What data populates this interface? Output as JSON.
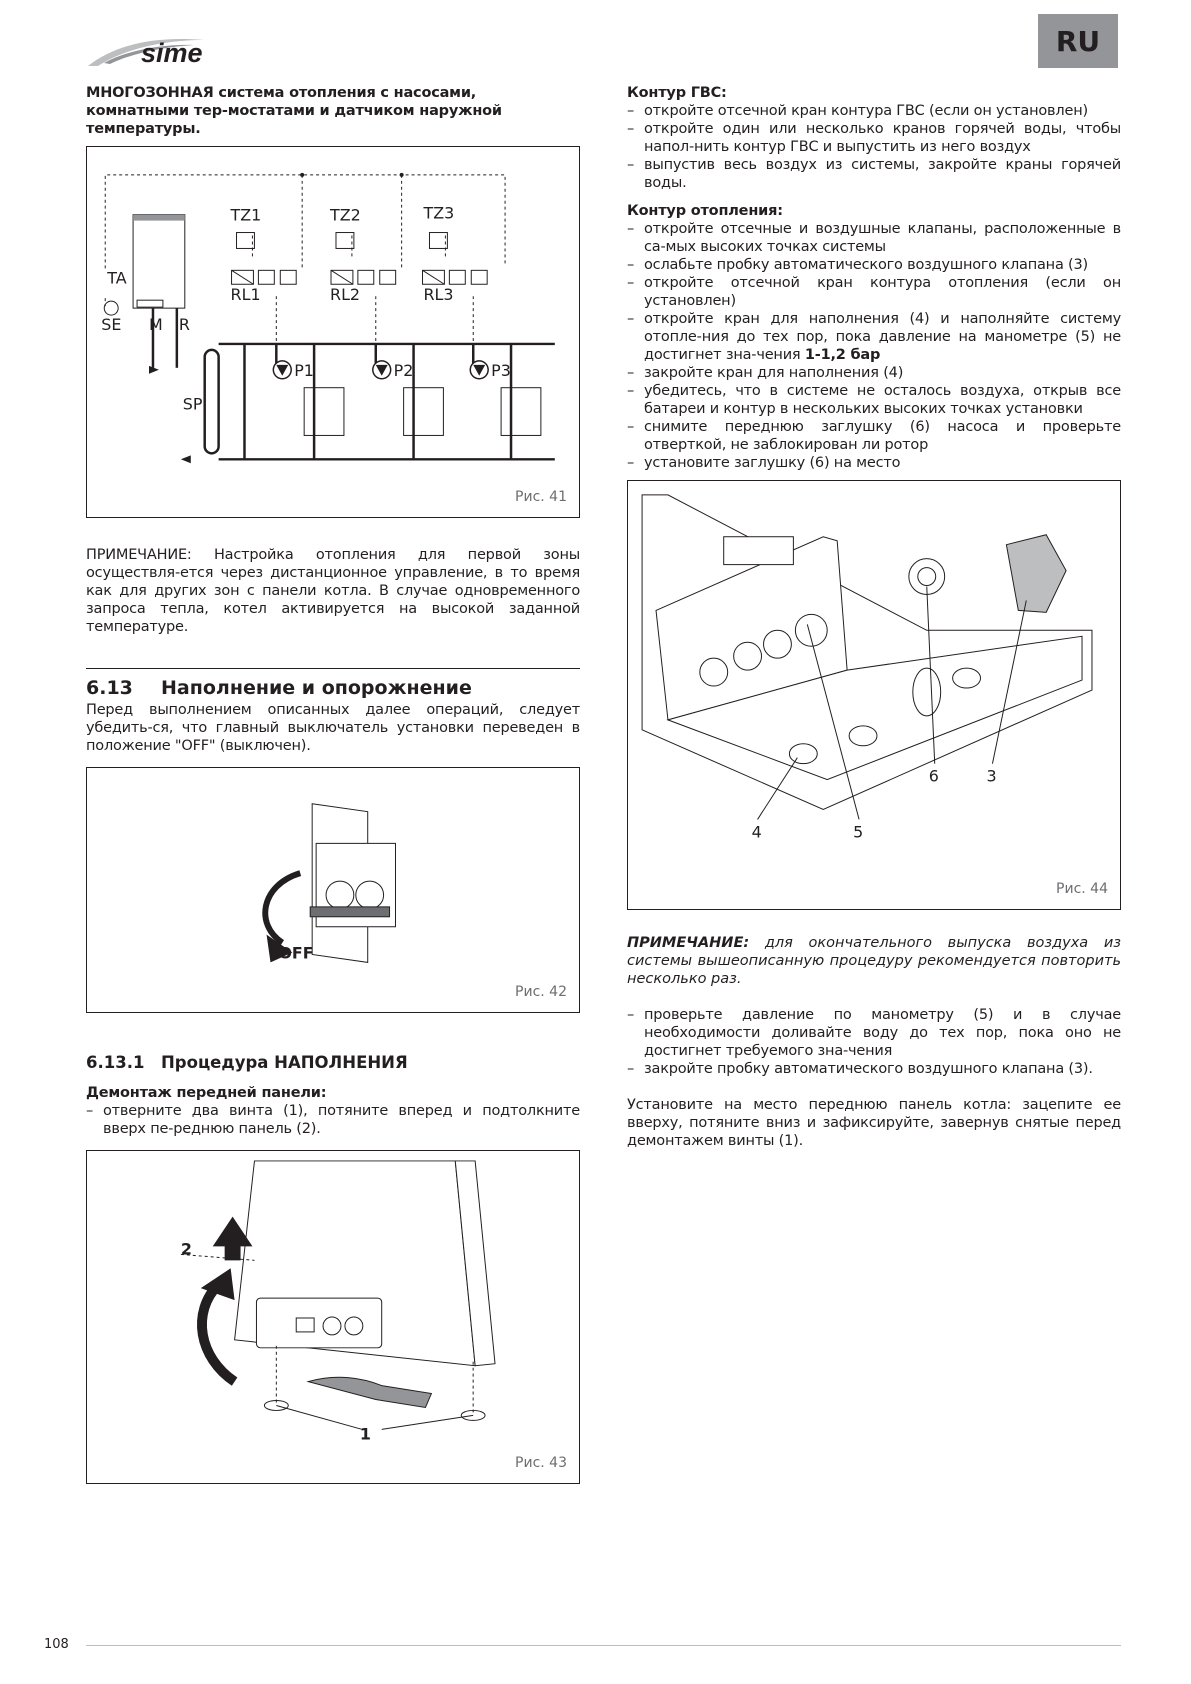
{
  "header": {
    "brand": "sime",
    "lang_badge": "RU"
  },
  "left": {
    "intro_bold": "МНОГОЗОННАЯ система отопления с насосами, комнатными тер-мостатами и датчиком наружной температуры.",
    "fig41": {
      "caption": "Рис. 41",
      "labels": {
        "tz1": "TZ1",
        "tz2": "TZ2",
        "tz3": "TZ3",
        "rl1": "RL1",
        "rl2": "RL2",
        "rl3": "RL3",
        "ta": "TA",
        "se": "SE",
        "m": "M",
        "r": "R",
        "sp": "SP",
        "p1": "P1",
        "p2": "P2",
        "p3": "P3"
      }
    },
    "note1": "ПРИМЕЧАНИЕ: Настройка отопления для первой зоны осуществля-ется через дистанционное управление, в то время как для других зон с панели котла. В случае одновременного запроса тепла, котел активируется на высокой заданной температуре.",
    "section": {
      "number": "6.13",
      "title": "Наполнение и опорожнение"
    },
    "section_text": "Перед выполнением описанных далее операций, следует убедить-ся, что главный выключатель установки переведен в положение \"OFF\" (выключен).",
    "fig42": {
      "caption": "Рис. 42",
      "off_label": "OFF"
    },
    "subsection": {
      "number": "6.13.1",
      "title": "Процедура НАПОЛНЕНИЯ"
    },
    "panel_heading": "Демонтаж передней панели:",
    "panel_items": [
      "отверните два винта (1), потяните вперед и подтолкните вверх пе-реднюю панель (2)."
    ],
    "fig43": {
      "caption": "Рис. 43",
      "label_1": "1",
      "label_2": "2"
    }
  },
  "right": {
    "dhw_heading": "Контур ГВС:",
    "dhw_items": [
      "откройте отсечной кран контура ГВС (если он установлен)",
      "откройте один или несколько кранов горячей воды, чтобы напол-нить контур ГВС и выпустить из него воздух",
      "выпустив весь воздух из системы, закройте краны горячей воды."
    ],
    "heat_heading": "Контур отопления:",
    "heat_items": [
      "откройте отсечные и воздушные клапаны, расположенные в са-мых высоких точках системы",
      "ослабьте пробку автоматического воздушного клапана (3)",
      "откройте отсечной кран контура отопления (если он установлен)",
      "откройте кран для наполнения (4) и наполняйте систему отопле-ния до тех пор, пока давление на манометре (5) не достигнет зна-чения",
      "закройте кран для наполнения (4)",
      "убедитесь, что в системе не осталось воздуха, открыв все батареи и контур в нескольких высоких точках установки",
      "снимите переднюю заглушку (6) насоса и проверьте отверткой, не заблокирован ли ротор",
      "установите заглушку (6) на место"
    ],
    "pressure_value": "1-1,2 бар",
    "fig44": {
      "caption": "Рис. 44",
      "label_3": "3",
      "label_4": "4",
      "label_5": "5",
      "label_6": "6"
    },
    "note2_bold": "ПРИМЕЧАНИЕ:",
    "note2_text": "для окончательного выпуска воздуха из системы вышеописанную процедуру рекомендуется повторить несколько раз.",
    "check_items": [
      "проверьте давление по манометру (5) и в случае необходимости доливайте воду до тех пор, пока оно не достигнет требуемого зна-чения",
      "закройте пробку автоматического воздушного клапана (3)."
    ],
    "final_text": "Установите на место переднюю панель котла: зацепите ее вверху, потяните вниз и зафиксируйте, завернув снятые перед демонтажем винты (1)."
  },
  "footer": {
    "page_number": "108"
  }
}
